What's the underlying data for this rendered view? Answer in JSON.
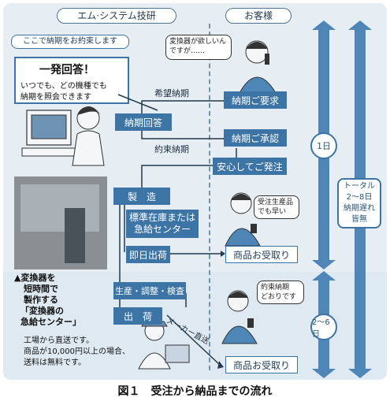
{
  "header": {
    "company": "エム·システム技研",
    "customer": "お客様"
  },
  "promise_banner": "ここで納期をお約束します",
  "sticker": {
    "title": "一発回答！",
    "line1": "いつでも、どの機種でも",
    "line2": "納期を照会できます"
  },
  "bubbles": {
    "customer_request_1": "変換器が欲しいん",
    "customer_request_2": "ですが……",
    "fast_1": "受注生産品",
    "fast_2": "でも早い",
    "promised_1": "約束納期",
    "promised_2": "どおりです"
  },
  "flow": {
    "request_label": "希望納期",
    "customer_request": "納期ご要求",
    "reply": "納期回答",
    "promise_label": "約束納期",
    "customer_approve": "納期ご承認",
    "order": "安心してご発注",
    "manufacturing": "製　造",
    "stock_1": "標準在庫または",
    "stock_2": "急給センター",
    "same_day": "即日出荷",
    "receipt1": "商品お受取り",
    "production": "生産・調整・検査",
    "shipping": "出　荷",
    "direct": "メーカー直送",
    "receipt2": "商品お受取り"
  },
  "photo_caption": {
    "line1": "▲変換器を",
    "line2": "短時間で",
    "line3": "製作する",
    "line4": "「変換器の",
    "line5": "急給センター」"
  },
  "shipping_note": {
    "line1": "工場から直送です。",
    "line2": "商品が10,000円以上の場合、",
    "line3": "送料は無料です。"
  },
  "timeline": {
    "one_day": "1日",
    "two_six": "2〜6日",
    "total_1": "トータル",
    "total_2": "2〜8日",
    "total_3": "納期遅れ",
    "total_4": "皆無"
  },
  "caption": "図１　受注から納品までの流れ"
}
